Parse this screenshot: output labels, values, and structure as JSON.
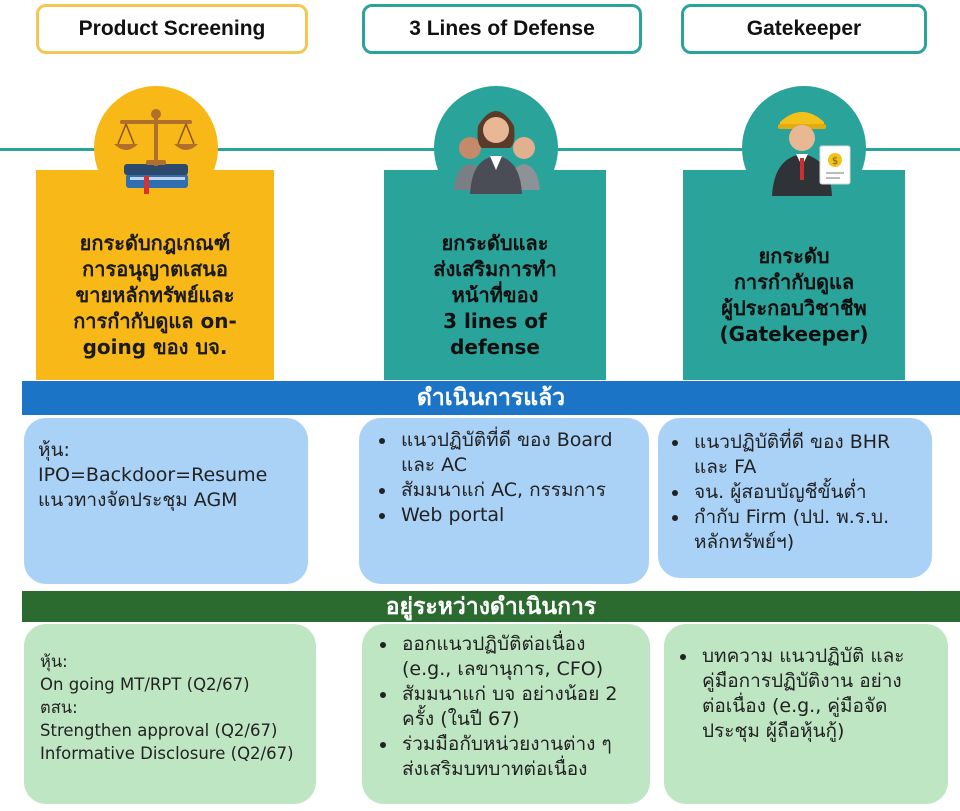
{
  "headers": {
    "col1": "Product Screening",
    "col2": "3 Lines of Defense",
    "col3": "Gatekeeper"
  },
  "panels": {
    "col1": [
      "ยกระดับกฎเกณฑ์",
      "การอนุญาตเสนอ",
      "ขายหลักทรัพย์และ",
      "การกำกับดูแล on-",
      "going ของ บจ."
    ],
    "col2": [
      "ยกระดับและ",
      "ส่งเสริมการทำ",
      "หน้าที่ของ",
      "3 lines of",
      "defense"
    ],
    "col3": [
      "ยกระดับ",
      "การกำกับดูแล",
      "ผู้ประกอบวิชาชีพ",
      "(Gatekeeper)"
    ]
  },
  "sections": {
    "done": "ดำเนินการแล้ว",
    "in_progress": "อยู่ระหว่างดำเนินการ"
  },
  "done": {
    "col1": [
      "หุ้น:",
      "IPO=Backdoor=Resume",
      "แนวทางจัดประชุม AGM"
    ],
    "col2": [
      "แนวปฏิบัติที่ดี ของ Board และ AC",
      "สัมมนาแก่ AC, กรรมการ",
      "Web portal"
    ],
    "col3": [
      "แนวปฏิบัติที่ดี ของ BHR และ FA",
      "จน. ผู้สอบบัญชีขั้นต่ำ",
      "กำกับ Firm (ปป. พ.ร.บ. หลักทรัพย์ฯ)"
    ]
  },
  "in_progress": {
    "col1": [
      "หุ้น:",
      "On going MT/RPT (Q2/67)",
      "ตสน:",
      "Strengthen approval (Q2/67)",
      "Informative Disclosure (Q2/67)"
    ],
    "col2": [
      "ออกแนวปฏิบัติต่อเนื่อง (e.g., เลขานุการ, CFO)",
      "สัมมนาแก่ บจ อย่างน้อย 2 ครั้ง (ในปี 67)",
      "ร่วมมือกับหน่วยงานต่าง ๆ ส่งเสริมบทบาทต่อเนื่อง"
    ],
    "col3": [
      "บทความ แนวปฏิบัติ และคู่มือการปฏิบัติงาน อย่างต่อเนื่อง (e.g., คู่มือจัดประชุม ผู้ถือหุ้นกู้)"
    ]
  },
  "colors": {
    "gold": "#f8b817",
    "teal": "#2aa39a",
    "blue_bar": "#1c74c6",
    "green_bar": "#2c6b2f",
    "light_blue": "#a9d2f6",
    "light_green": "#bfe6c3"
  },
  "icons": [
    "scales-of-justice-icon",
    "team-people-icon",
    "professional-with-document-icon"
  ]
}
